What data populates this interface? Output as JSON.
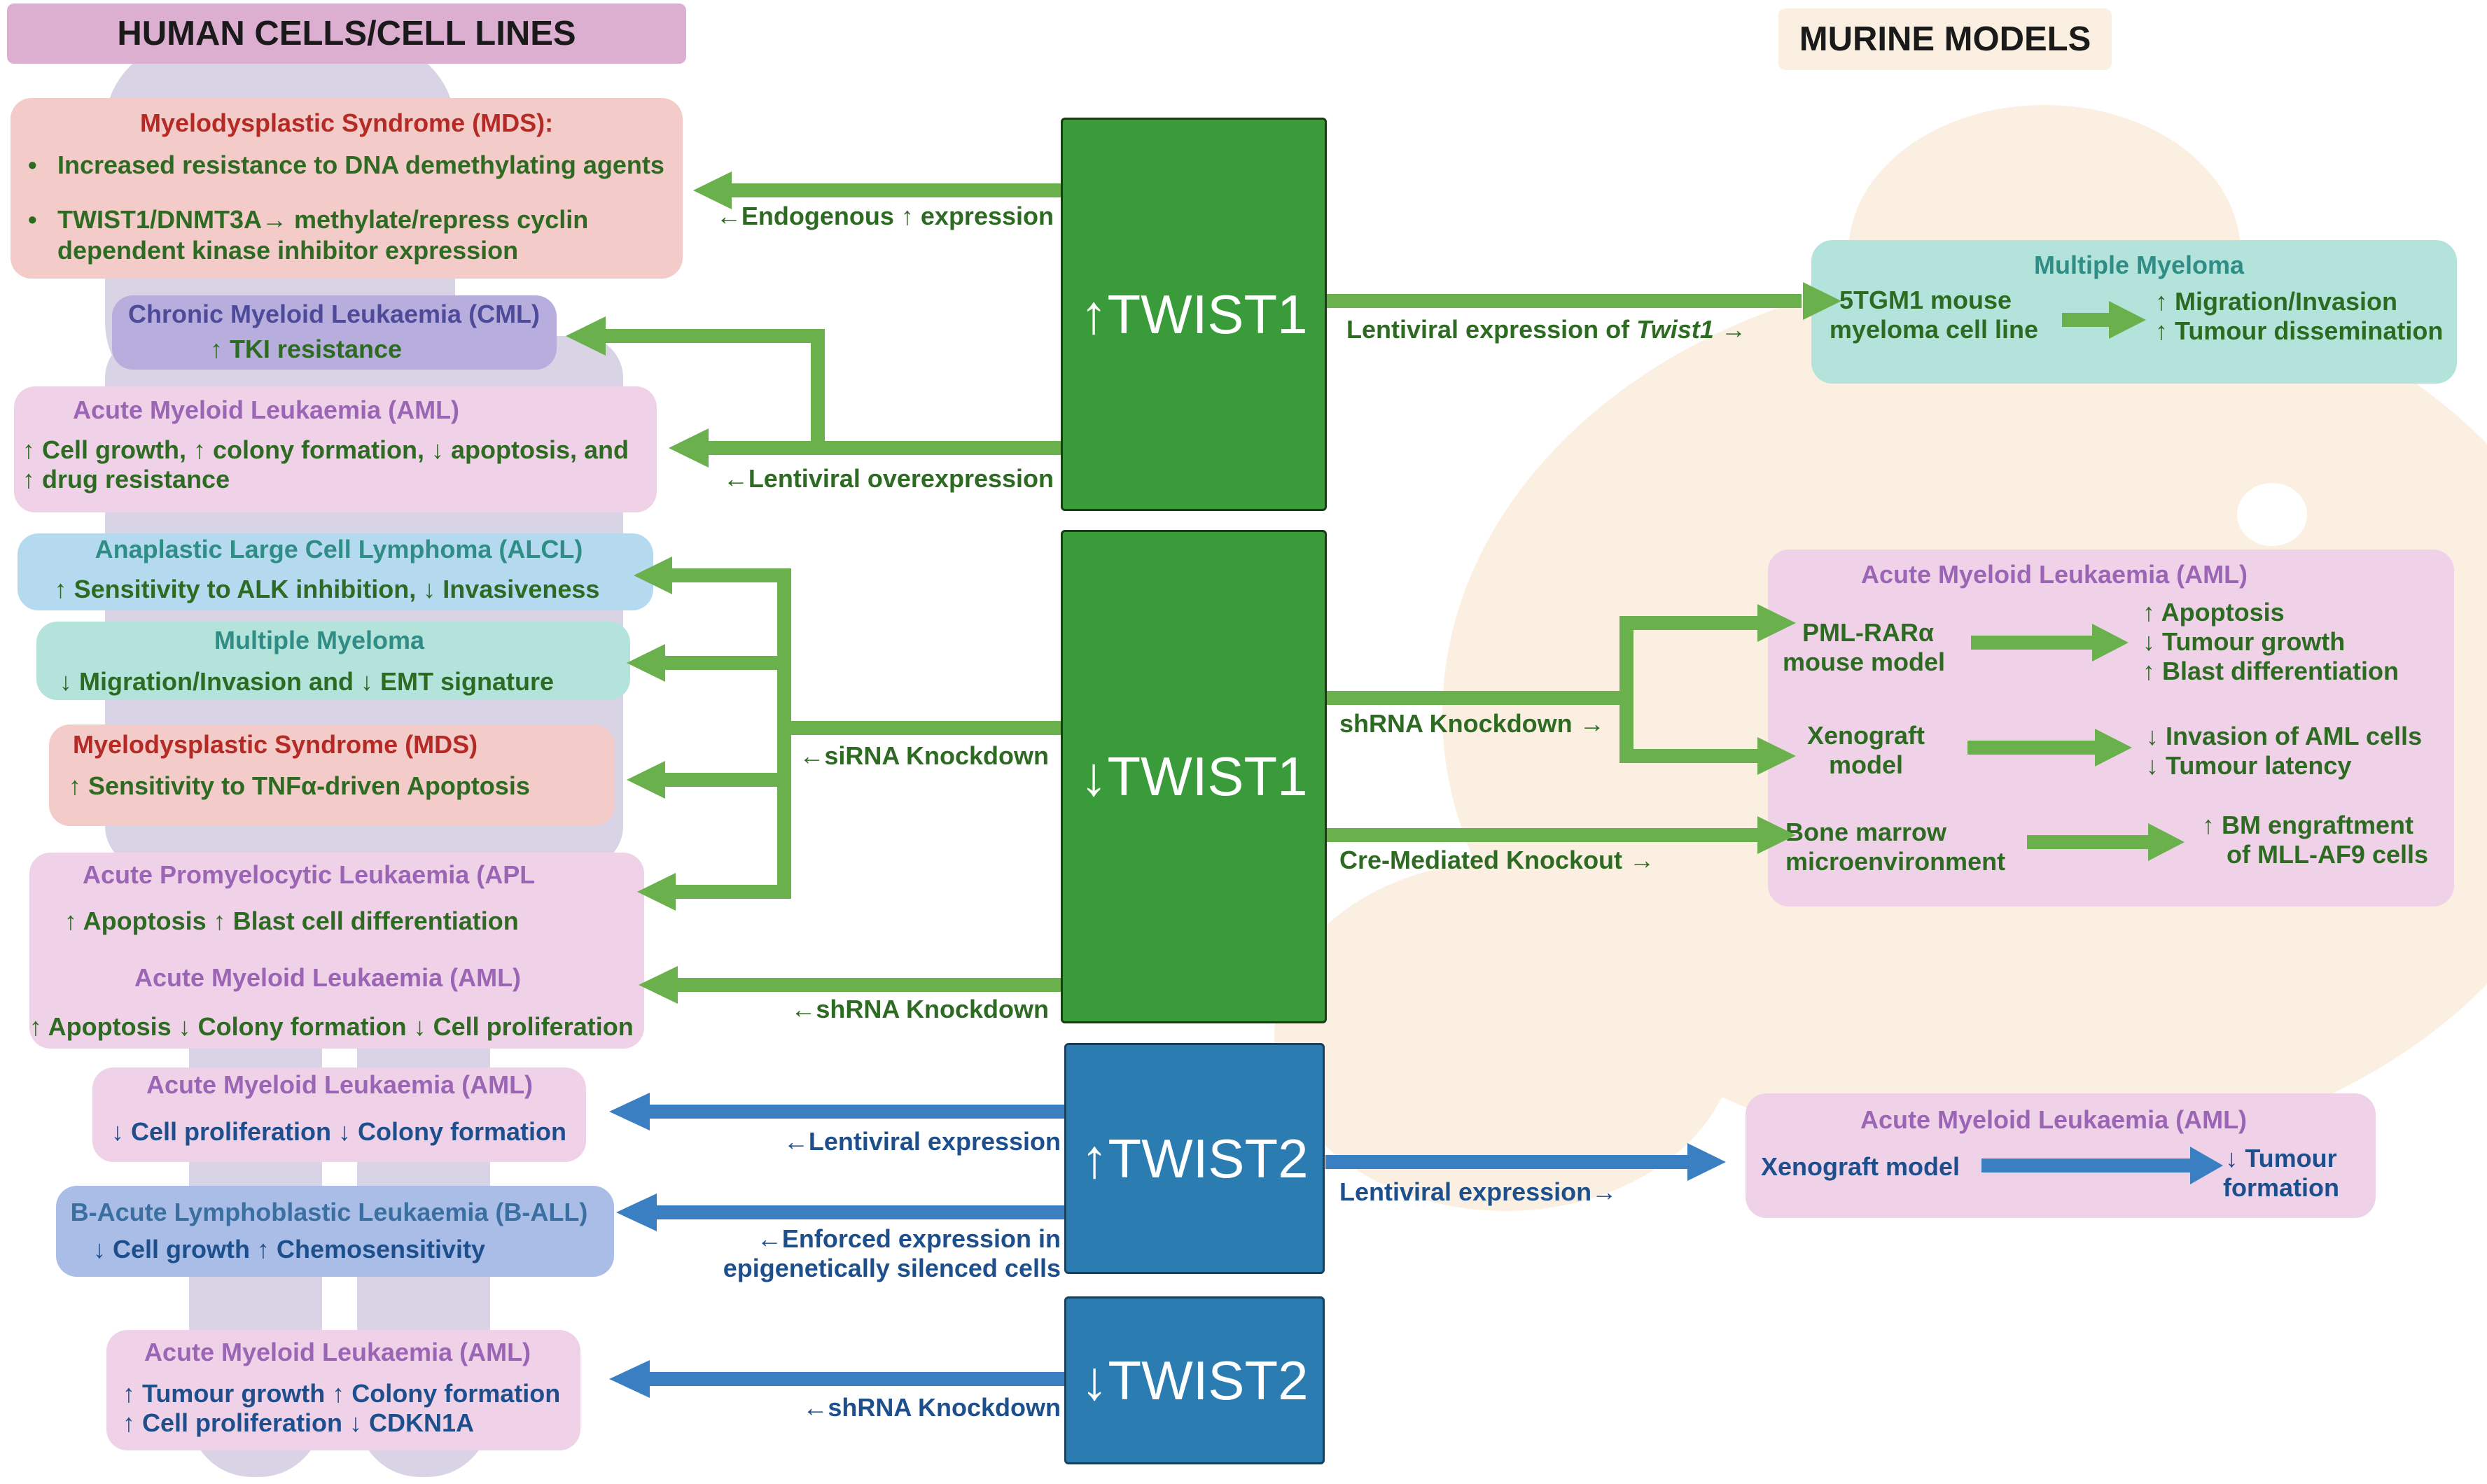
{
  "headers": {
    "human": "HUMAN CELLS/CELL LINES",
    "murine": "MURINE MODELS"
  },
  "nodes": {
    "twist1_up": "↑TWIST1",
    "twist1_down": "↓TWIST1",
    "twist2_up": "↑TWIST2",
    "twist2_down": "↓TWIST2"
  },
  "arrow_labels": {
    "endogenous": "←Endogenous ↑ expression",
    "lenti_over": "←Lentiviral overexpression",
    "sirna": "←siRNA Knockdown",
    "shrna_t1": "←shRNA Knockdown",
    "lenti_t2": "←Lentiviral expression",
    "enforced_1": "←Enforced expression in",
    "enforced_2": "epigenetically silenced cells",
    "shrna_t2": "←shRNA Knockdown",
    "lenti_twist1_prefix": "Lentiviral expression of ",
    "lenti_twist1_gene": "Twist1",
    "lenti_twist1_suffix": " →",
    "shrna_right": "shRNA Knockdown →",
    "cre": "Cre-Mediated Knockout →",
    "lenti_t2_right": "Lentiviral expression→"
  },
  "human_boxes": {
    "mds1": {
      "title": "Myelodysplastic Syndrome (MDS):",
      "b1": "Increased resistance to DNA demethylating agents",
      "b2a": "TWIST1/DNMT3A→ methylate/repress cyclin",
      "b2b": "dependent kinase inhibitor expression"
    },
    "cml": {
      "title": "Chronic Myeloid Leukaemia (CML)",
      "l1": "↑ TKI resistance"
    },
    "aml1": {
      "title": "Acute Myeloid Leukaemia (AML)",
      "l1": "↑ Cell growth,  ↑ colony formation, ↓ apoptosis,  and",
      "l2": "↑ drug resistance"
    },
    "alcl": {
      "title": "Anaplastic Large Cell Lymphoma (ALCL)",
      "l1": "↑ Sensitivity to ALK inhibition, ↓ Invasiveness"
    },
    "mm": {
      "title": "Multiple Myeloma",
      "l1": "↓ Migration/Invasion  and  ↓ EMT signature"
    },
    "mds2": {
      "title": "Myelodysplastic Syndrome (MDS)",
      "l1": "↑ Sensitivity to TNFα-driven Apoptosis"
    },
    "apl": {
      "title": "Acute Promyelocytic Leukaemia (APL",
      "l1": "↑ Apoptosis  ↑ Blast cell differentiation",
      "title2": "Acute Myeloid Leukaemia (AML)",
      "l2": "↑ Apoptosis  ↓ Colony formation  ↓ Cell proliferation"
    },
    "aml3": {
      "title": "Acute Myeloid Leukaemia (AML)",
      "l1": "↓  Cell proliferation    ↓ Colony formation"
    },
    "ball": {
      "title": "B-Acute Lymphoblastic Leukaemia (B-ALL)",
      "l1": "↓  Cell growth     ↑ Chemosensitivity"
    },
    "aml4": {
      "title": "Acute Myeloid Leukaemia (AML)",
      "l1": "↑ Tumour growth  ↑ Colony formation",
      "l2": "↑ Cell proliferation  ↓ CDKN1A"
    }
  },
  "murine_boxes": {
    "mm": {
      "title": "Multiple Myeloma",
      "left1": "5TGM1 mouse",
      "left2": "myeloma cell line",
      "right1": "↑ Migration/Invasion",
      "right2": "↑ Tumour dissemination"
    },
    "aml": {
      "title": "Acute Myeloid Leukaemia (AML)",
      "pml1": "PML-RARα",
      "pml2": "mouse model",
      "pml_r1": "↑ Apoptosis",
      "pml_r2": "↓ Tumour growth",
      "pml_r3": "↑ Blast differentiation",
      "xeno1": "Xenograft",
      "xeno2": "model",
      "xeno_r1": "↓  Invasion of AML cells",
      "xeno_r2": "↓ Tumour latency",
      "bm1": "Bone marrow",
      "bm2": "microenvironment",
      "bm_r1": "↑ BM engraftment",
      "bm_r2": "of MLL-AF9 cells"
    },
    "aml2": {
      "title": "Acute Myeloid Leukaemia (AML)",
      "left": "Xenograft model",
      "right1": "↓ Tumour",
      "right2": "formation"
    }
  },
  "colors": {
    "green_arrow": "#6ab04c",
    "blue_arrow": "#3a7fc1",
    "twist1": "#3a9b3a",
    "twist2": "#2b7cb0"
  }
}
